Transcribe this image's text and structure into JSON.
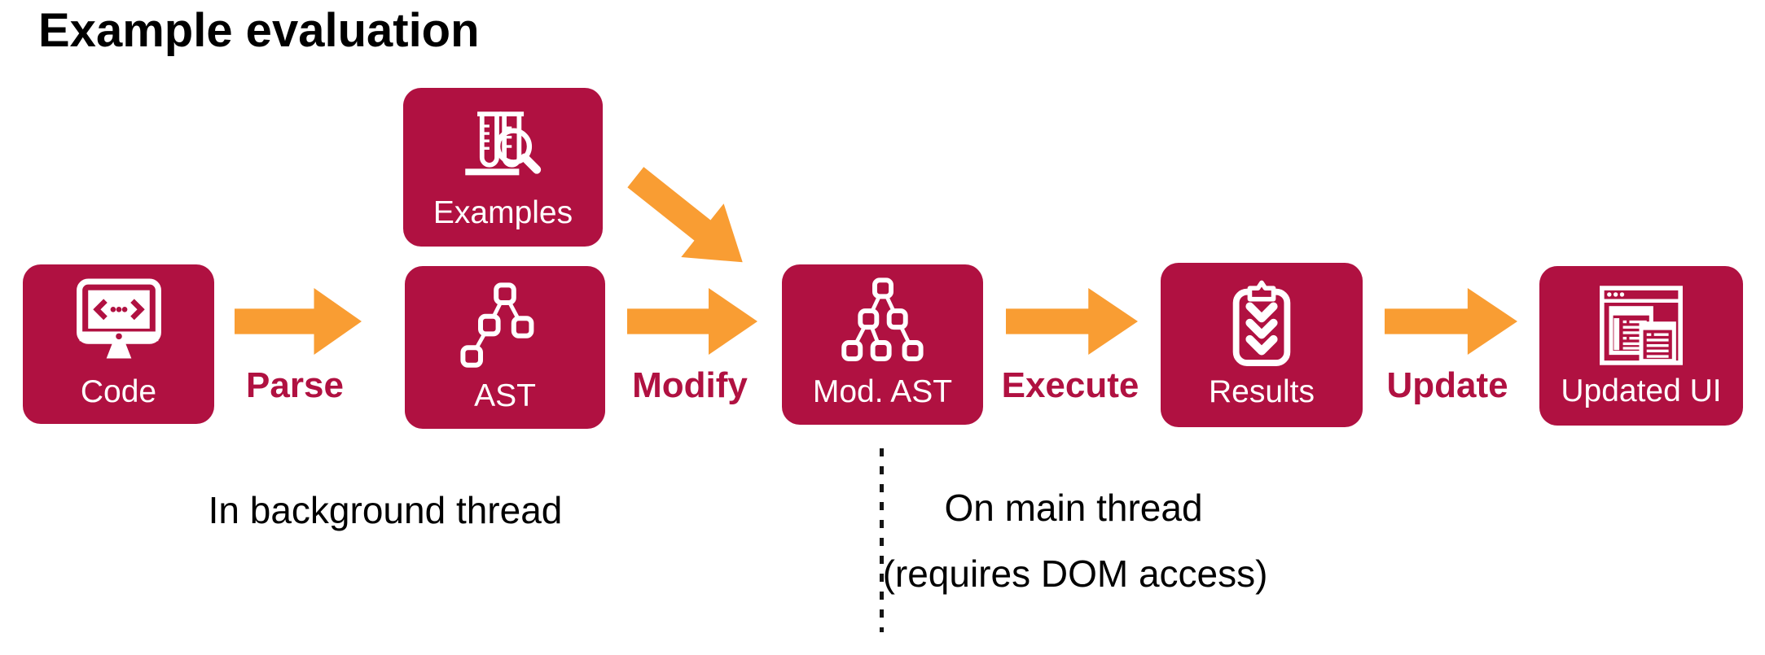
{
  "title": "Example evaluation",
  "colors": {
    "crimson": "#B01141",
    "orange": "#F99D33",
    "ink": "#000000",
    "white": "#FFFFFF"
  },
  "nodes": [
    {
      "id": "code",
      "label": "Code",
      "icon": "code-monitor-icon"
    },
    {
      "id": "examples",
      "label": "Examples",
      "icon": "flasks-magnifier-icon"
    },
    {
      "id": "ast",
      "label": "AST",
      "icon": "ast-tree-icon"
    },
    {
      "id": "mod_ast",
      "label": "Mod. AST",
      "icon": "modified-ast-tree-icon"
    },
    {
      "id": "results",
      "label": "Results",
      "icon": "clipboard-checklist-icon"
    },
    {
      "id": "updated_ui",
      "label": "Updated UI",
      "icon": "browser-window-icon"
    }
  ],
  "arrows": [
    {
      "id": "parse",
      "label": "Parse",
      "from": "Code",
      "to": "AST"
    },
    {
      "id": "modify",
      "label": "Modify",
      "from": "AST",
      "to": "Mod. AST"
    },
    {
      "id": "execute",
      "label": "Execute",
      "from": "Mod. AST",
      "to": "Results"
    },
    {
      "id": "update",
      "label": "Update",
      "from": "Results",
      "to": "Updated UI"
    },
    {
      "id": "examples_to_mod_ast",
      "label": "",
      "from": "Examples",
      "to": "Mod. AST"
    }
  ],
  "sections": {
    "background_thread": "In background thread",
    "main_thread_line1": "On main thread",
    "main_thread_line2": "(requires DOM access)"
  }
}
